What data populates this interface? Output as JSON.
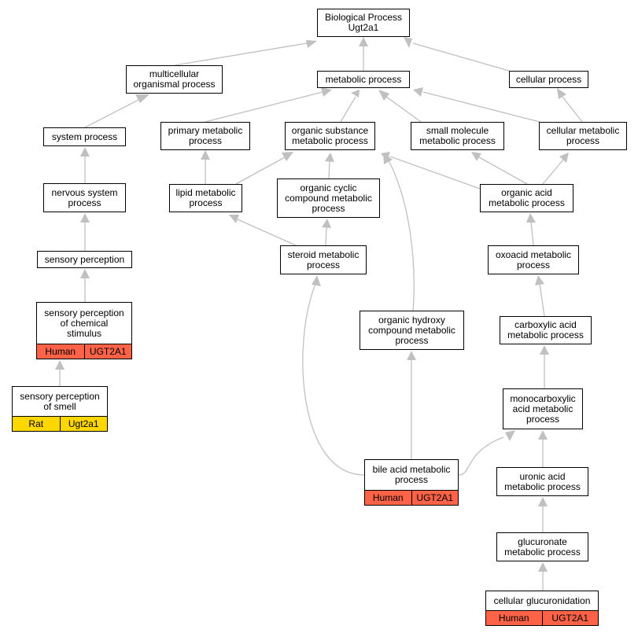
{
  "colors": {
    "human": "#ff6347",
    "rat": "#ffd700",
    "edge": "#c0c0c0"
  },
  "nodes": [
    {
      "id": "root",
      "lines": [
        "Biological Process",
        "Ugt2a1"
      ]
    },
    {
      "id": "multicellular",
      "lines": [
        "multicellular",
        "organismal process"
      ]
    },
    {
      "id": "metabolic",
      "lines": [
        "metabolic process"
      ]
    },
    {
      "id": "cellular",
      "lines": [
        "cellular process"
      ]
    },
    {
      "id": "system",
      "lines": [
        "system process"
      ]
    },
    {
      "id": "primary",
      "lines": [
        "primary metabolic",
        "process"
      ]
    },
    {
      "id": "organicsub",
      "lines": [
        "organic substance",
        "metabolic process"
      ]
    },
    {
      "id": "smallmol",
      "lines": [
        "small molecule",
        "metabolic process"
      ]
    },
    {
      "id": "cellmet",
      "lines": [
        "cellular metabolic",
        "process"
      ]
    },
    {
      "id": "nervous",
      "lines": [
        "nervous system",
        "process"
      ]
    },
    {
      "id": "lipid",
      "lines": [
        "lipid metabolic",
        "process"
      ]
    },
    {
      "id": "cyclic",
      "lines": [
        "organic cyclic",
        "compound metabolic",
        "process"
      ]
    },
    {
      "id": "organicacid",
      "lines": [
        "organic acid",
        "metabolic process"
      ]
    },
    {
      "id": "sensory",
      "lines": [
        "sensory perception"
      ]
    },
    {
      "id": "steroid",
      "lines": [
        "steroid metabolic",
        "process"
      ]
    },
    {
      "id": "oxoacid",
      "lines": [
        "oxoacid metabolic",
        "process"
      ]
    },
    {
      "id": "chemical",
      "lines": [
        "sensory perception",
        "of chemical",
        "stimulus"
      ],
      "annotation": {
        "species": "Human",
        "gene": "UGT2A1",
        "color": "#ff6347"
      }
    },
    {
      "id": "hydroxy",
      "lines": [
        "organic hydroxy",
        "compound metabolic",
        "process"
      ]
    },
    {
      "id": "carboxylic",
      "lines": [
        "carboxylic acid",
        "metabolic process"
      ]
    },
    {
      "id": "smell",
      "lines": [
        "sensory perception",
        "of smell"
      ],
      "annotation": {
        "species": "Rat",
        "gene": "Ugt2a1",
        "color": "#ffd700"
      }
    },
    {
      "id": "monocarb",
      "lines": [
        "monocarboxylic",
        "acid metabolic",
        "process"
      ]
    },
    {
      "id": "bileacid",
      "lines": [
        "bile acid metabolic",
        "process"
      ],
      "annotation": {
        "species": "Human",
        "gene": "UGT2A1",
        "color": "#ff6347"
      }
    },
    {
      "id": "uronic",
      "lines": [
        "uronic acid",
        "metabolic process"
      ]
    },
    {
      "id": "glucuronate",
      "lines": [
        "glucuronate",
        "metabolic process"
      ]
    },
    {
      "id": "glucuronidation",
      "lines": [
        "cellular glucuronidation"
      ],
      "annotation": {
        "species": "Human",
        "gene": "UGT2A1",
        "color": "#ff6347"
      }
    }
  ]
}
